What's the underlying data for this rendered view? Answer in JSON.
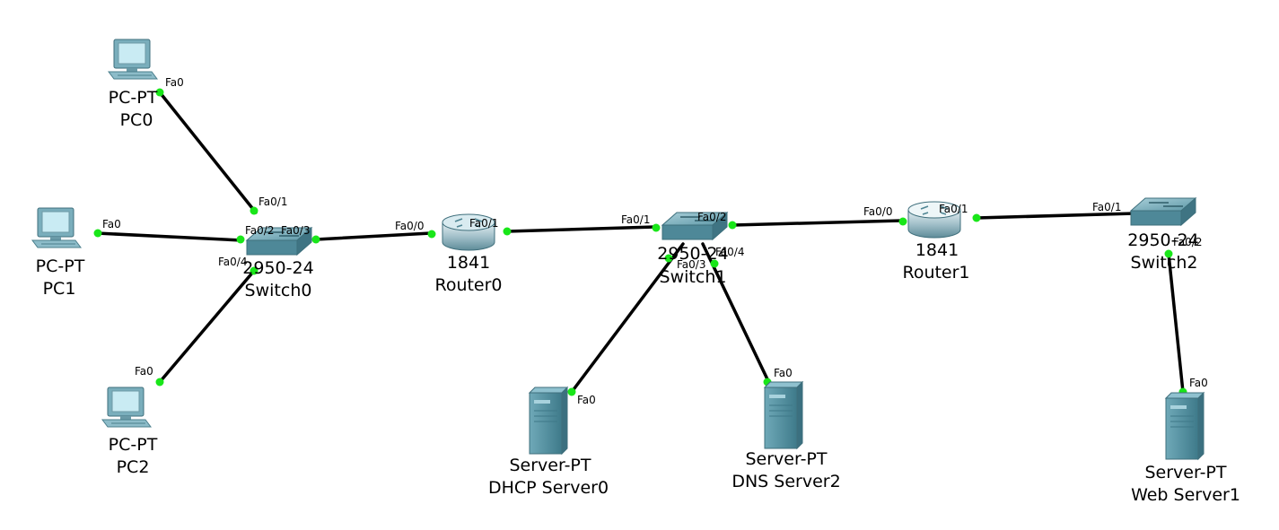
{
  "colors": {
    "link": "#000000",
    "port_led": "#19e619",
    "device_body": "#5b98a8",
    "screen": "#bfe3ee"
  },
  "devices": {
    "pc0": {
      "type": "PC-PT",
      "name": "PC0",
      "icon": "pc-icon"
    },
    "pc1": {
      "type": "PC-PT",
      "name": "PC1",
      "icon": "pc-icon"
    },
    "pc2": {
      "type": "PC-PT",
      "name": "PC2",
      "icon": "pc-icon"
    },
    "switch0": {
      "type": "2950-24",
      "name": "Switch0",
      "icon": "switch-icon"
    },
    "router0": {
      "type": "1841",
      "name": "Router0",
      "icon": "router-icon"
    },
    "switch1": {
      "type": "2950-24",
      "name": "Switch1",
      "icon": "switch-icon"
    },
    "router1": {
      "type": "1841",
      "name": "Router1",
      "icon": "router-icon"
    },
    "switch2": {
      "type": "2950-24",
      "name": "Switch2",
      "icon": "switch-icon"
    },
    "dhcp": {
      "type": "Server-PT",
      "name": "DHCP Server0",
      "icon": "server-icon"
    },
    "dns": {
      "type": "Server-PT",
      "name": "DNS Server2",
      "icon": "server-icon"
    },
    "web": {
      "type": "Server-PT",
      "name": "Web Server1",
      "icon": "server-icon"
    }
  },
  "ports": {
    "pc0_fa0": "Fa0",
    "sw0_fa01": "Fa0/1",
    "pc1_fa0": "Fa0",
    "sw0_fa02": "Fa0/2",
    "pc2_fa0": "Fa0",
    "sw0_fa04": "Fa0/4",
    "sw0_fa03": "Fa0/3",
    "r0_fa00": "Fa0/0",
    "r0_fa01": "Fa0/1",
    "sw1_fa01": "Fa0/1",
    "sw1_fa02": "Fa0/2",
    "r1_fa00": "Fa0/0",
    "sw1_fa03": "Fa0/3",
    "dhcp_fa0": "Fa0",
    "sw1_fa04": "Fa0/4",
    "dns_fa0": "Fa0",
    "r1_fa01": "Fa0/1",
    "sw2_fa01": "Fa0/1",
    "sw2_fa02": "Fa0/2",
    "web_fa0": "Fa0"
  }
}
